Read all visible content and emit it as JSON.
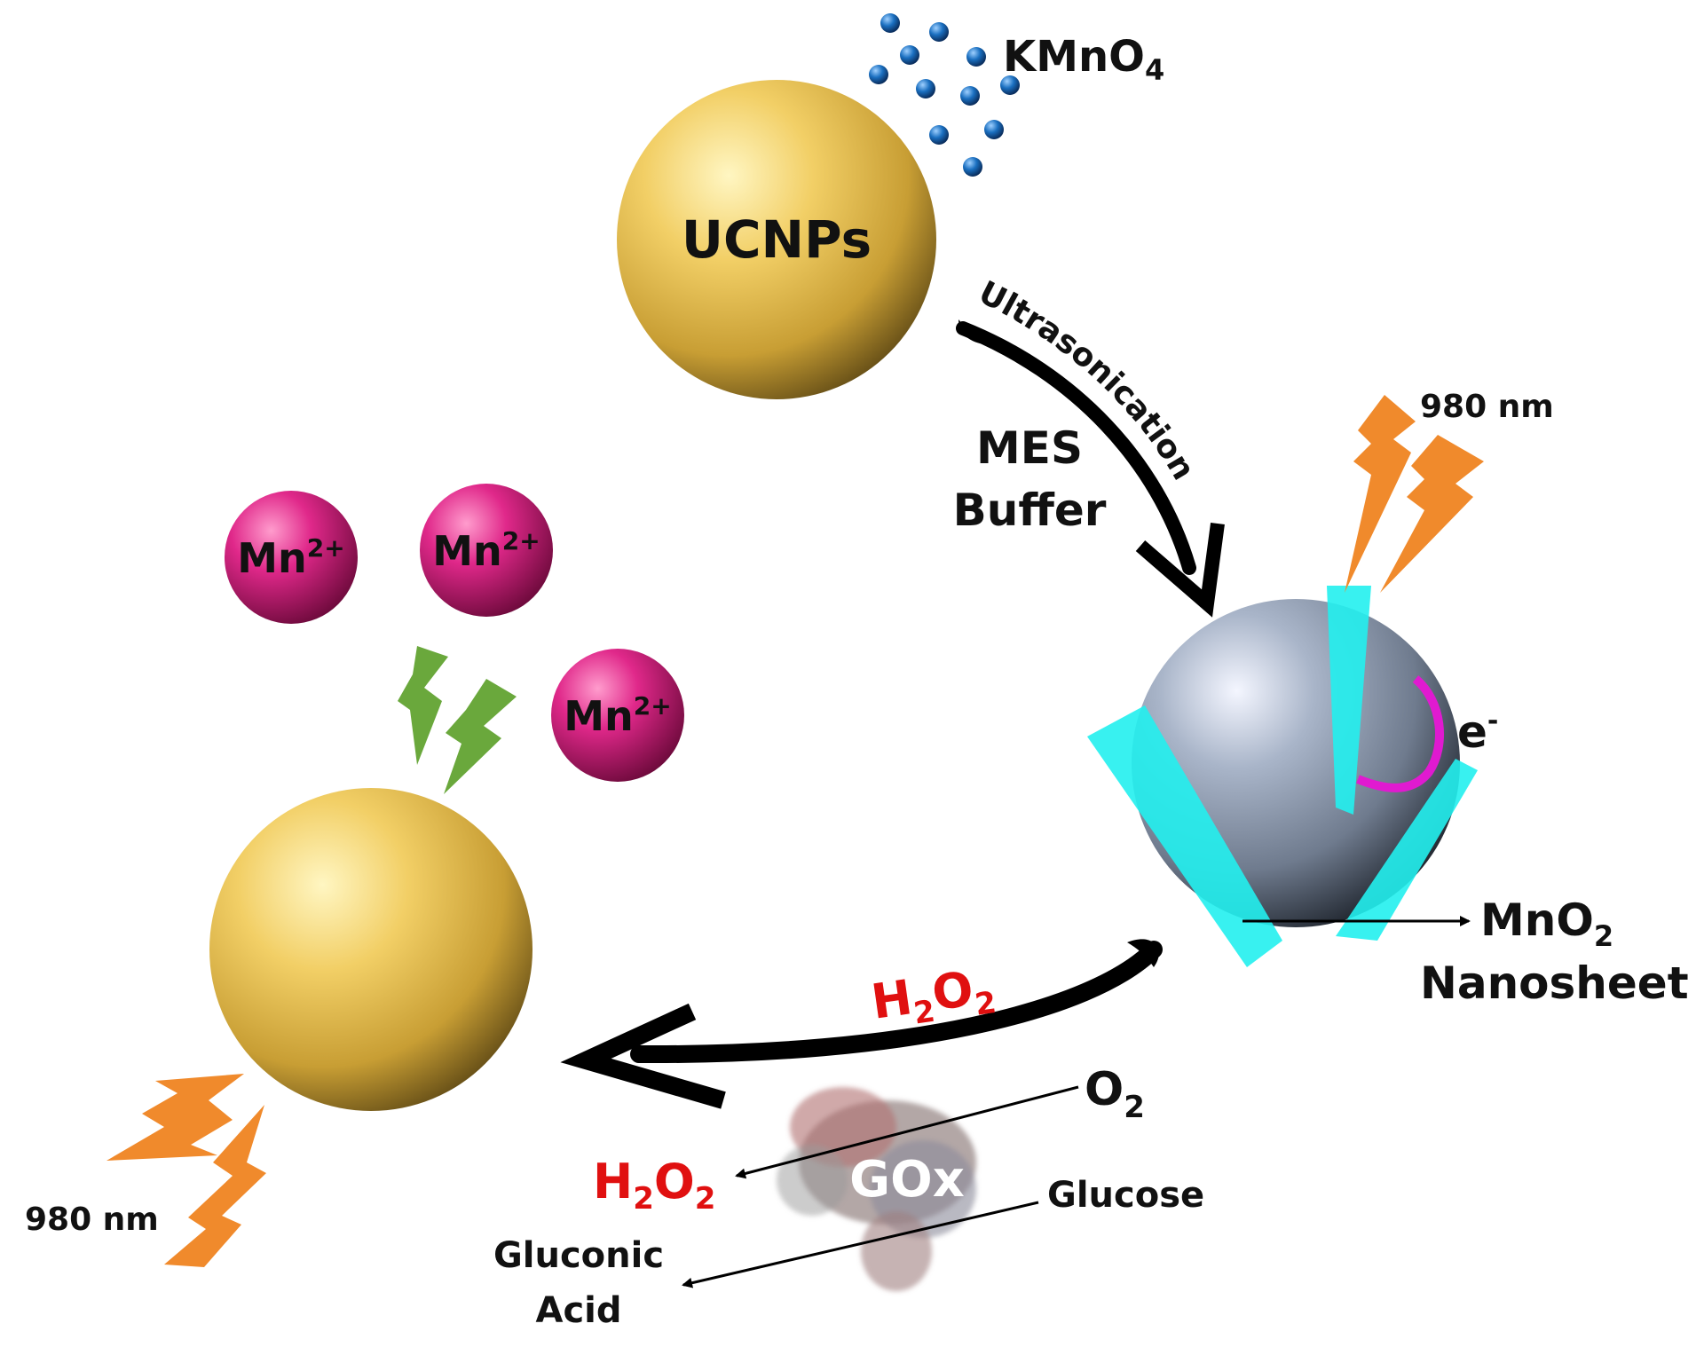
{
  "labels": {
    "ucnps": "UCNPs",
    "kmno4_main": "KMnO",
    "kmno4_sub": "4",
    "ultrasonication": "Ultrasonication",
    "mes": "MES",
    "buffer": "Buffer",
    "nm_top": "980 nm",
    "nm_bottom": "980 nm",
    "electron": "e",
    "electron_sup": "-",
    "mno2_main": "MnO",
    "mno2_sub": "2",
    "nanosheet": "Nanosheet",
    "mn_main": "Mn",
    "mn_sup": "2+",
    "h2o2_a": "H",
    "h2o2_b": "2",
    "h2o2_c": "O",
    "h2o2_d": "2",
    "o2_main": "O",
    "o2_sub": "2",
    "gox": "GOx",
    "glucose": "Glucose",
    "gluconic": "Gluconic",
    "acid": "Acid"
  },
  "colors": {
    "gold": "#e0b84a",
    "magenta": "#d6207a",
    "grey_sphere": "#8592a6",
    "cyan_sheet": "#22f0ee",
    "orange_bolt": "#f08a2c",
    "green_bolt": "#6aa83c",
    "dot_blue": "#1a5fb0",
    "electron_arc": "#e01ad0",
    "red_text": "#e01010"
  },
  "icons": {
    "bolt_orange": "lightning-bolt-icon",
    "bolt_green": "lightning-bolt-icon",
    "gox_enzyme": "protein-structure-icon"
  }
}
